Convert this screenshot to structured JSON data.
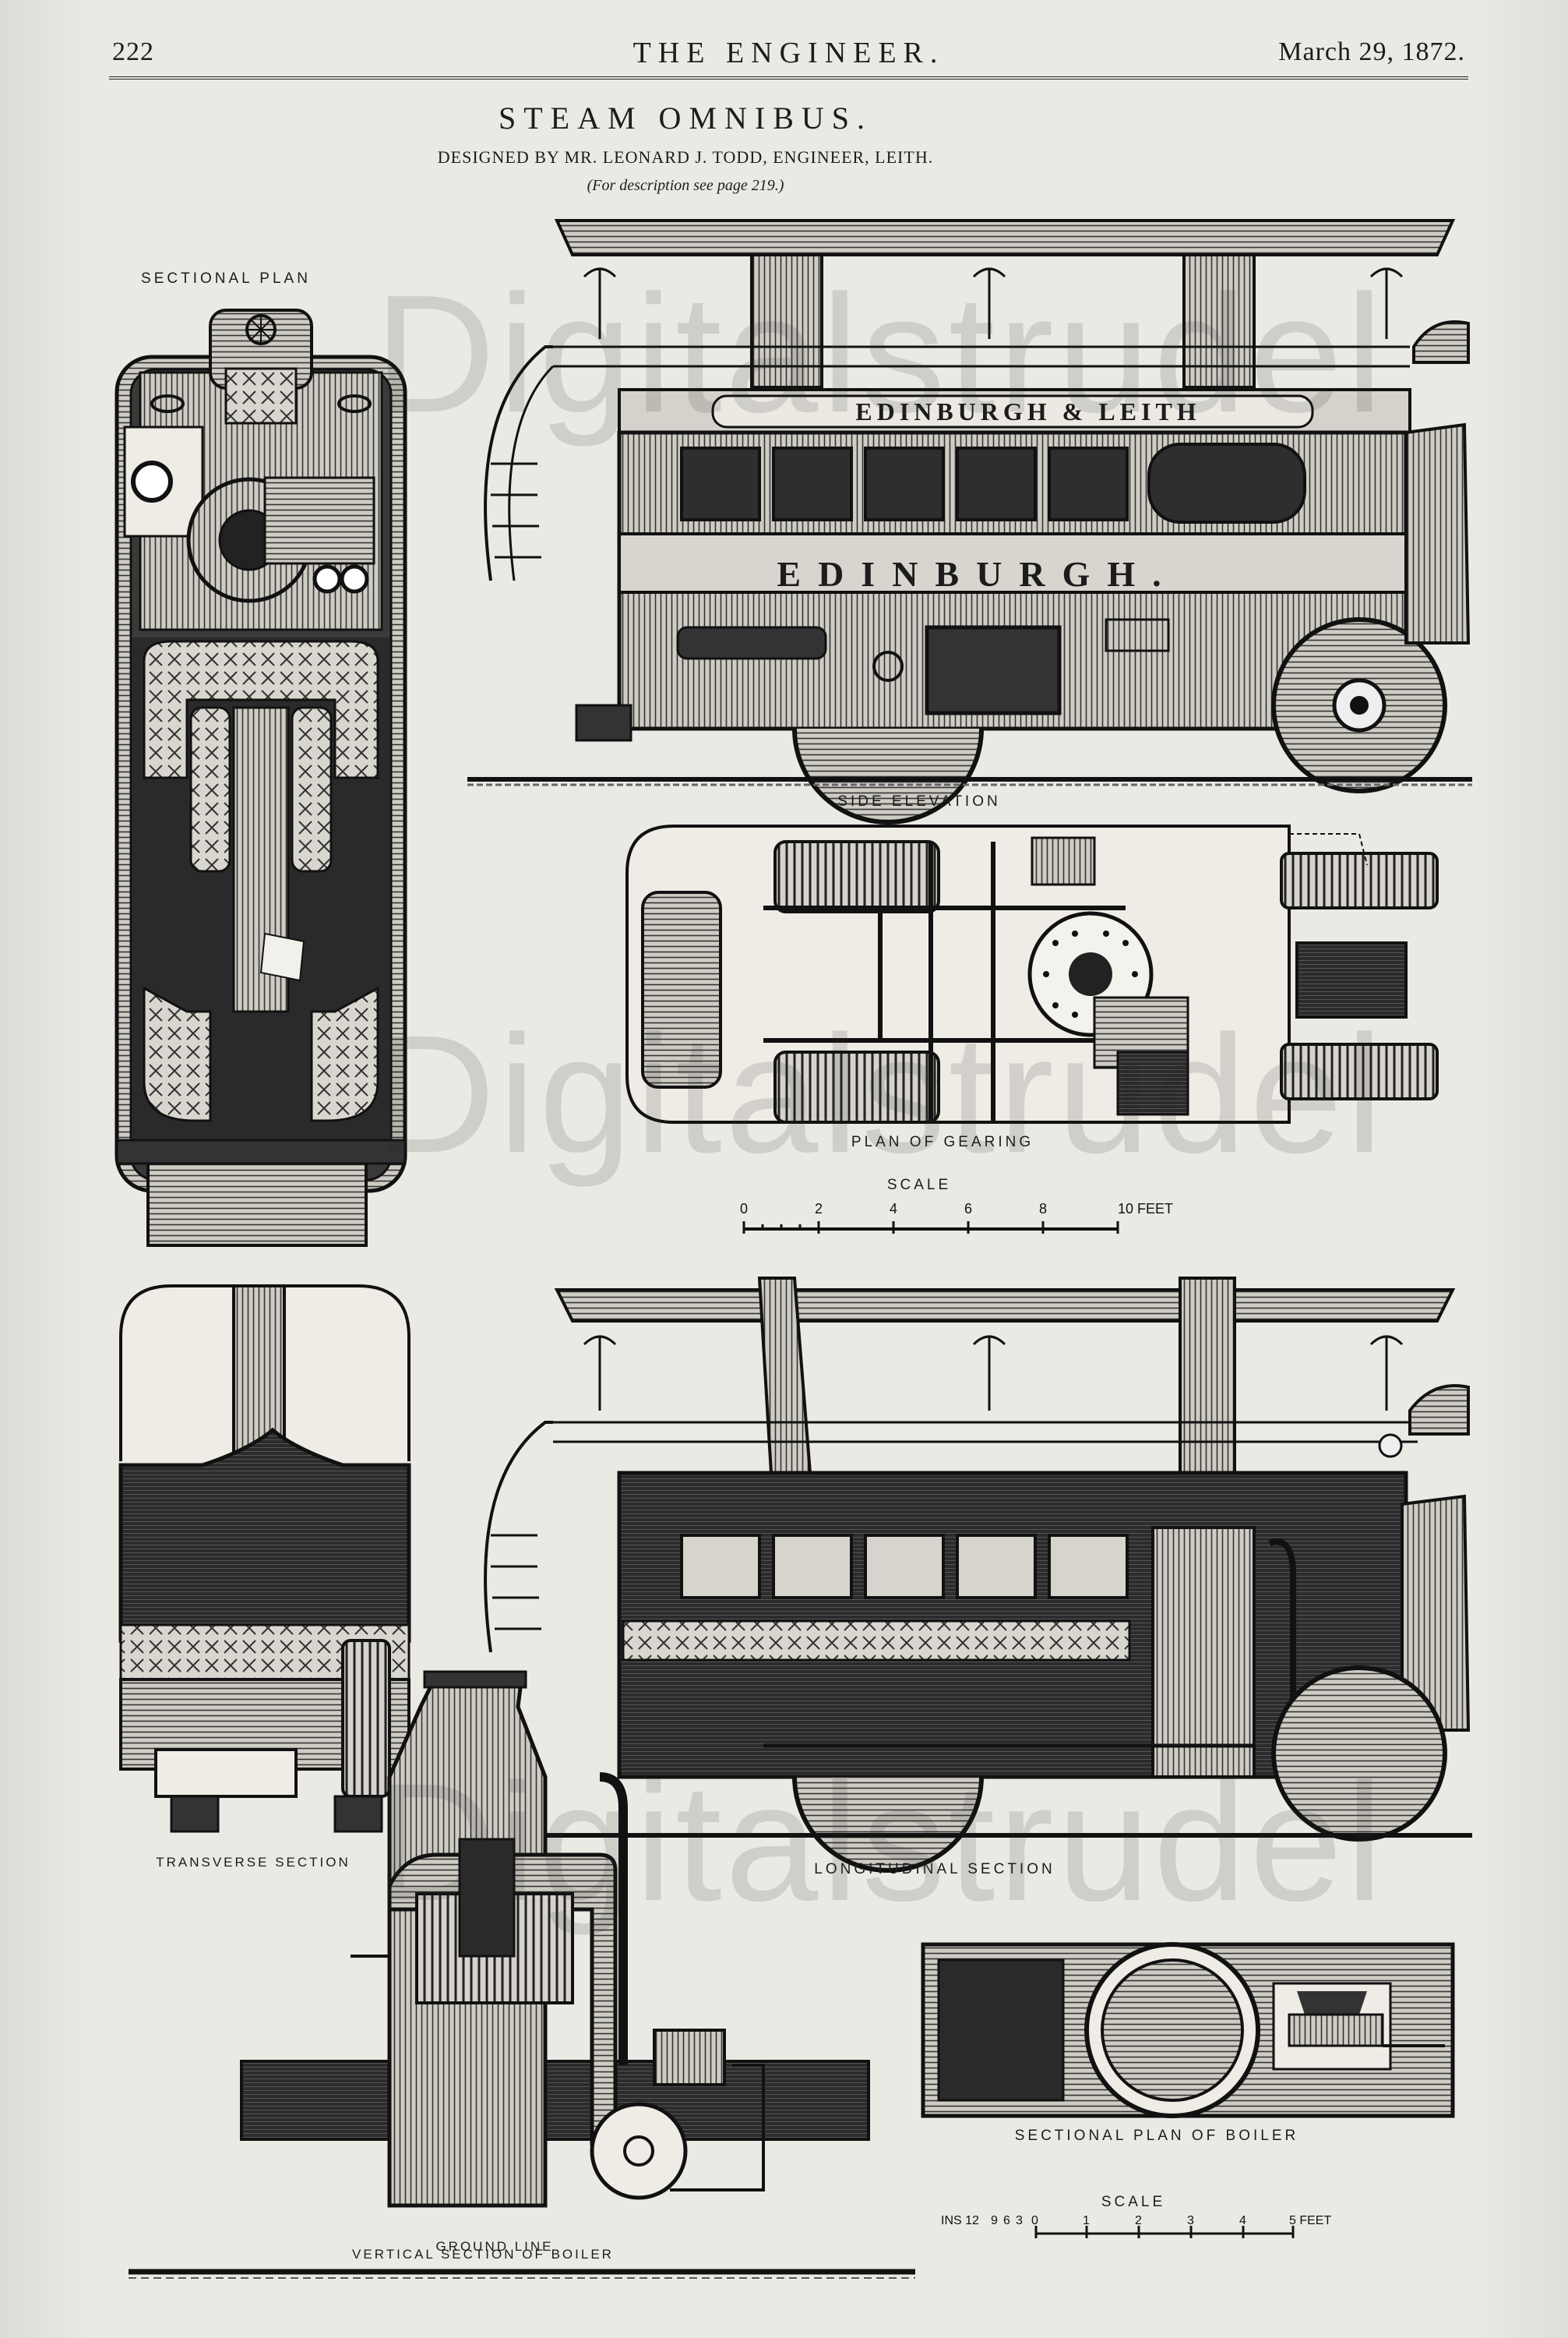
{
  "header": {
    "page_number": "222",
    "journal": "THE ENGINEER.",
    "date": "March 29, 1872."
  },
  "title": {
    "main": "STEAM OMNIBUS.",
    "designer": "DESIGNED BY MR. LEONARD J. TODD, ENGINEER, LEITH.",
    "reference": "(For description see page 219.)"
  },
  "vehicle": {
    "route_board": "EDINBURGH & LEITH",
    "side_lettering": "EDINBURGH."
  },
  "figures": {
    "sectional_plan": "SECTIONAL PLAN",
    "side_elevation": "SIDE ELEVATION",
    "plan_of_gearing": "PLAN OF GEARING",
    "transverse_section": "TRANSVERSE SECTION",
    "longitudinal_section": "LONGITUDINAL SECTION",
    "vertical_section_boiler": "VERTICAL SECTION OF BOILER",
    "sectional_plan_boiler": "SECTIONAL PLAN OF BOILER",
    "ground_line": "GROUND LINE"
  },
  "scale_feet": {
    "label": "SCALE",
    "ticks": [
      "0",
      "2",
      "4",
      "6",
      "8",
      "10 FEET"
    ]
  },
  "scale_inches": {
    "label": "SCALE",
    "inches_label": "INS 12",
    "ticks": [
      "9",
      "6",
      "3",
      "0",
      "1",
      "2",
      "3",
      "4",
      "5 FEET"
    ]
  },
  "watermark": "Digitalstrudel",
  "colors": {
    "paper": "#ebe9e4",
    "ink": "#1c1c1c",
    "hatch": "#444444"
  }
}
